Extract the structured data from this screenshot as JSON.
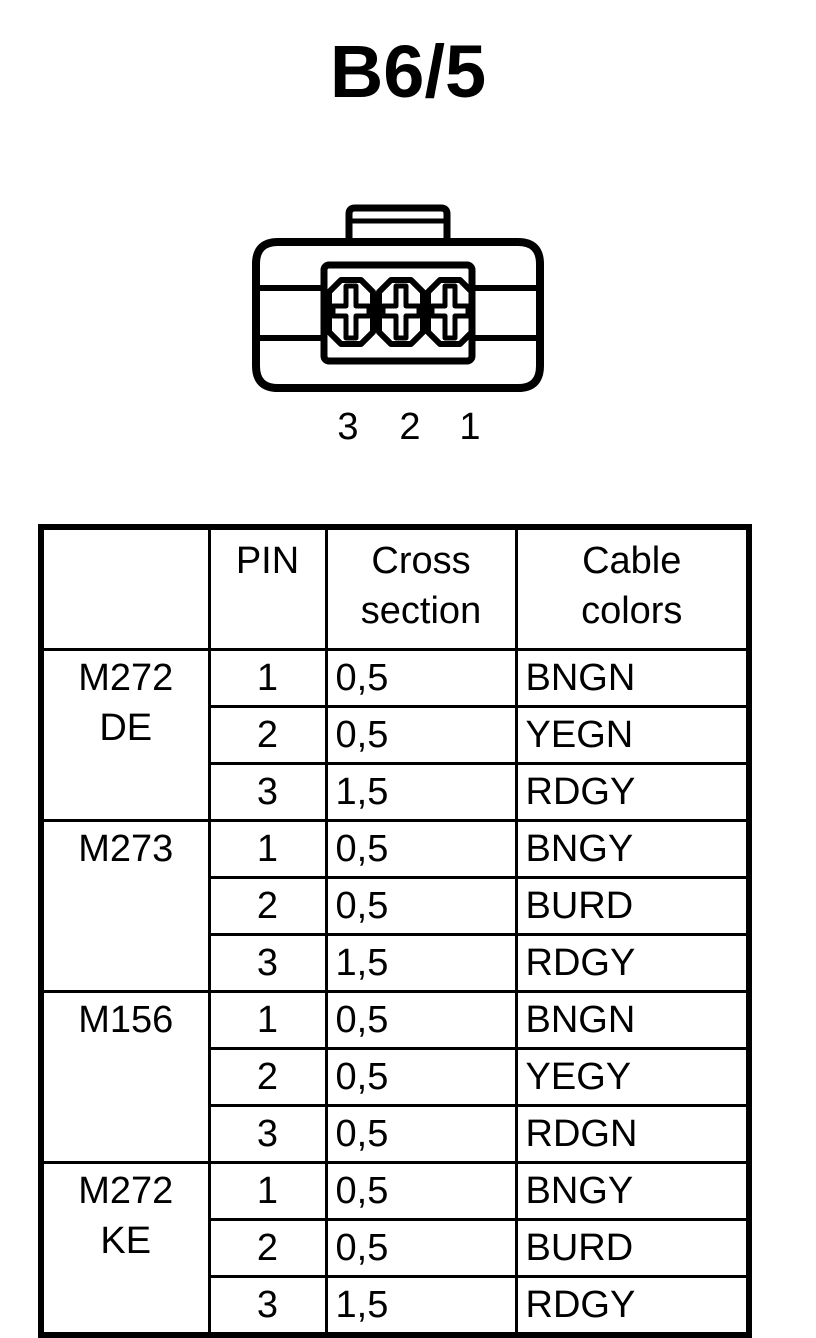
{
  "title": "B6/5",
  "connector": {
    "name": "3-pin-connector",
    "pin_labels": [
      "3",
      "2",
      "1"
    ],
    "cavity_count": 3,
    "line_color": "#000000",
    "fill_color": "#ffffff"
  },
  "table": {
    "headers": {
      "group": "",
      "pin": "PIN",
      "cross_section": "Cross\nsection",
      "cable_colors": "Cable\ncolors"
    },
    "groups": [
      {
        "label": "M272\nDE",
        "rows": [
          {
            "pin": "1",
            "cross_section": "0,5",
            "cable_colors": "BNGN"
          },
          {
            "pin": "2",
            "cross_section": "0,5",
            "cable_colors": "YEGN"
          },
          {
            "pin": "3",
            "cross_section": "1,5",
            "cable_colors": "RDGY"
          }
        ]
      },
      {
        "label": "M273",
        "rows": [
          {
            "pin": "1",
            "cross_section": "0,5",
            "cable_colors": "BNGY"
          },
          {
            "pin": "2",
            "cross_section": "0,5",
            "cable_colors": "BURD"
          },
          {
            "pin": "3",
            "cross_section": "1,5",
            "cable_colors": "RDGY"
          }
        ]
      },
      {
        "label": "M156",
        "rows": [
          {
            "pin": "1",
            "cross_section": "0,5",
            "cable_colors": "BNGN"
          },
          {
            "pin": "2",
            "cross_section": "0,5",
            "cable_colors": "YEGY"
          },
          {
            "pin": "3",
            "cross_section": "0,5",
            "cable_colors": "RDGN"
          }
        ]
      },
      {
        "label": "M272\nKE",
        "rows": [
          {
            "pin": "1",
            "cross_section": "0,5",
            "cable_colors": "BNGY"
          },
          {
            "pin": "2",
            "cross_section": "0,5",
            "cable_colors": "BURD"
          },
          {
            "pin": "3",
            "cross_section": "1,5",
            "cable_colors": "RDGY"
          }
        ]
      }
    ]
  }
}
